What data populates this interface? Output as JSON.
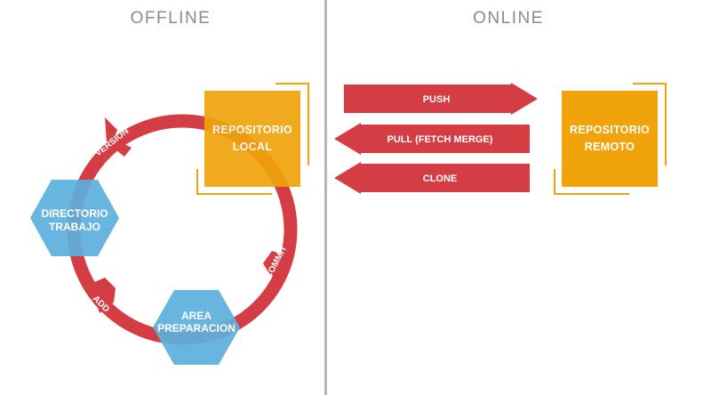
{
  "titles": {
    "offline": "OFFLINE",
    "online": "ONLINE"
  },
  "nodes": {
    "local_repo": {
      "line1": "REPOSITORIO",
      "line2": "LOCAL"
    },
    "remote_repo": {
      "line1": "REPOSITORIO",
      "line2": "REMOTO"
    },
    "working_dir": {
      "line1": "DIRECTORIO",
      "line2": "TRABAJO"
    },
    "staging_area": {
      "line1": "AREA",
      "line2": "PREPARACION"
    }
  },
  "cycle_labels": {
    "version": "VERSION",
    "commit": "COMMIT",
    "add": "ADD"
  },
  "arrows": {
    "push": "PUSH",
    "pull": "PULL (FETCH MERGE)",
    "clone": "CLONE"
  },
  "colors": {
    "red": "#d43d43",
    "orange": "#f0a30a",
    "blue": "#5bb0dd",
    "gray": "#8a8a8a"
  }
}
